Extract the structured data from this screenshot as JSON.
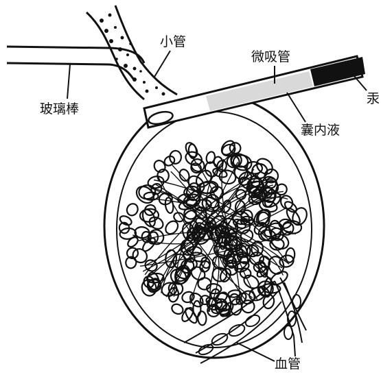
{
  "labels": {
    "glass_rod": "玻璃棒",
    "tubule": "小管",
    "micropipette": "微吸管",
    "capsular_fluid": "囊内液",
    "mercury": "汞",
    "blood_vessel": "血管"
  },
  "colors": {
    "ink": "#111111",
    "background": "#ffffff"
  }
}
